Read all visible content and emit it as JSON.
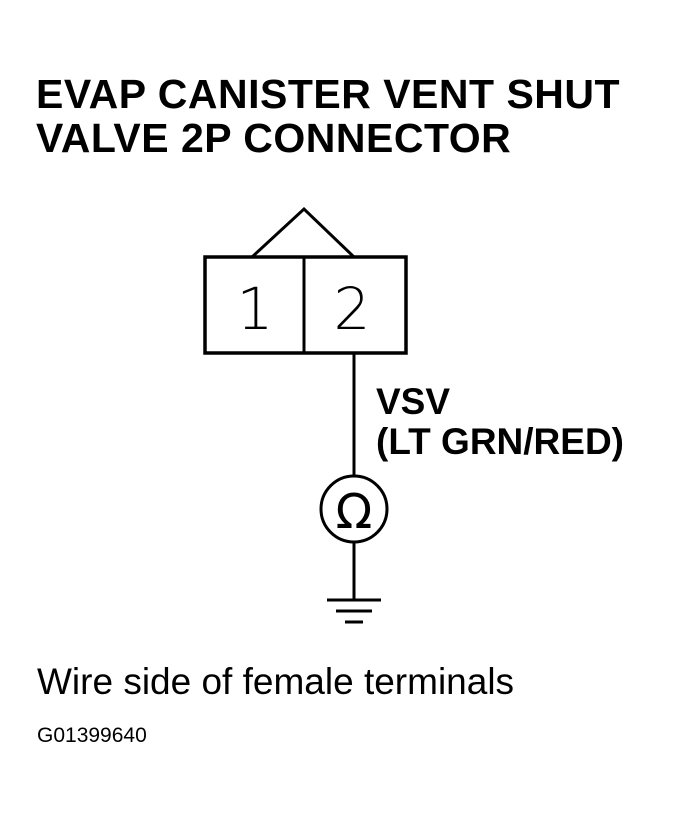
{
  "title": {
    "line1": "EVAP CANISTER VENT SHUT",
    "line2": "VALVE 2P CONNECTOR"
  },
  "connector": {
    "pins": [
      "1",
      "2"
    ]
  },
  "wire": {
    "name": "VSV",
    "color": "(LT GRN/RED)"
  },
  "meter": {
    "symbol": "Ω"
  },
  "caption": "Wire side of female terminals",
  "figure_id": "G01399640"
}
